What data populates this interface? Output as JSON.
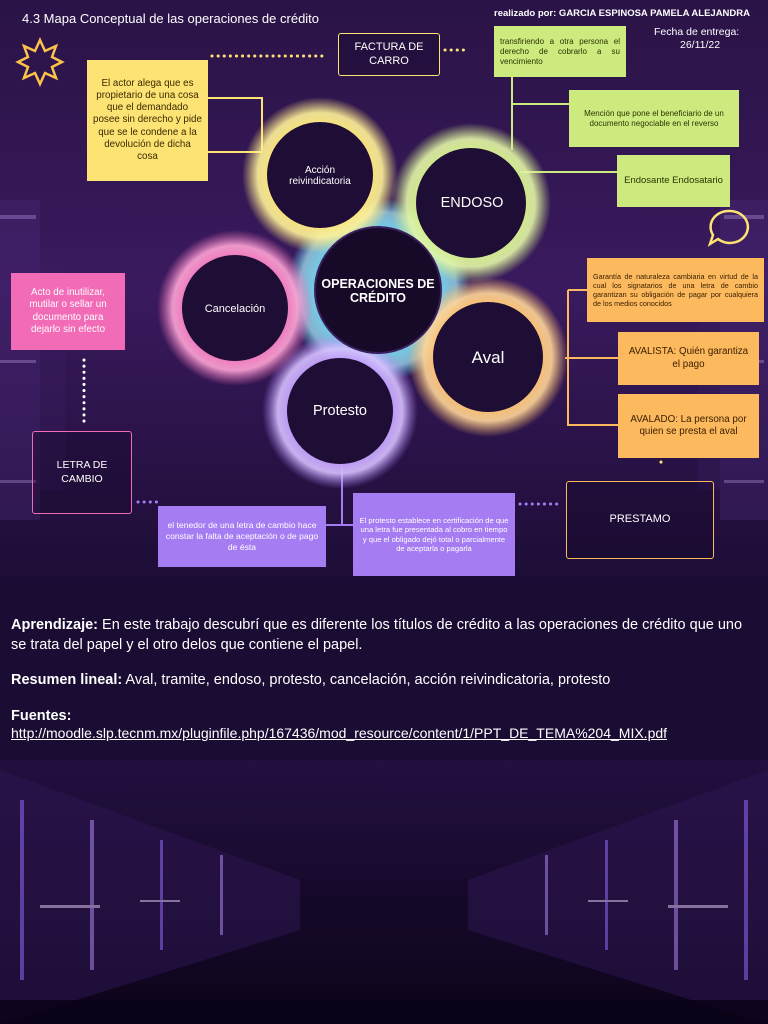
{
  "header": {
    "title": "4.3 Mapa Conceptual de las operaciones de crédito",
    "author": "realizado por: GARCIA ESPINOSA PAMELA ALEJANDRA",
    "date_label": "Fecha de entrega:",
    "date": "26/11/22"
  },
  "center": {
    "label": "OPERACIONES DE CRÉDITO"
  },
  "nodes": {
    "accion": "Acción reivindicatoria",
    "endoso": "ENDOSO",
    "aval": "Aval",
    "protesto": "Protesto",
    "cancelacion": "Cancelación"
  },
  "boxes": {
    "factura": "FACTURA DE CARRO",
    "accion_def": "El actor alega que es propietario de una cosa que el demandado posee sin derecho y pide que se le condene a la devolución de dicha cosa",
    "transfiriendo": "transfiriendo a otra persona el derecho de cobrarlo a su vencimiento",
    "mencion": "Mención que pone el beneficiario de un documento negociable en el reverso",
    "endosante": "Endosante Endosatario",
    "garantia": "Garantía de naturaleza cambiaria en virtud de la cual los signatarios de una letra de cambio garantizan su obligación de pagar por cualquiera de los medios conocidos",
    "avalista": "AVALISTA: Quién garantiza el pago",
    "avalado": "AVALADO: La persona por quien se presta el aval",
    "prestamo": "PRESTAMO",
    "cancel_def": "Acto de inutilizar, mutilar o sellar un documento para dejarlo sin efecto",
    "letra": "LETRA DE CAMBIO",
    "tenedor": "el tenedor de una letra de cambio hace constar la falta de aceptación o de pago de ésta",
    "protesto_def": "El protesto establece en certificación de que una letra fue presentada al cobro en tiempo y que el obligado dejó total o parcialmente de aceptarla o pagarla"
  },
  "text": {
    "aprendizaje_label": "Aprendizaje:",
    "aprendizaje": " En este trabajo descubrí que es diferente los títulos de crédito a las operaciones de crédito que uno se trata del papel y el otro delos que contiene el papel.",
    "resumen_label": "Resumen lineal:",
    "resumen": "  Aval, tramite, endoso, protesto, cancelación, acción reivindicatoria, protesto",
    "fuentes_label": "Fuentes:",
    "fuentes_url": "http://moodle.slp.tecnm.mx/pluginfile.php/167436/mod_resource/content/1/PPT_DE_TEMA%204_MIX.pdf"
  },
  "colors": {
    "yellow": "#fde373",
    "green": "#cdea7f",
    "orange": "#fcb95e",
    "pink": "#f26bb6",
    "purple": "#a67cf3",
    "cyan": "#4fe3ff"
  }
}
